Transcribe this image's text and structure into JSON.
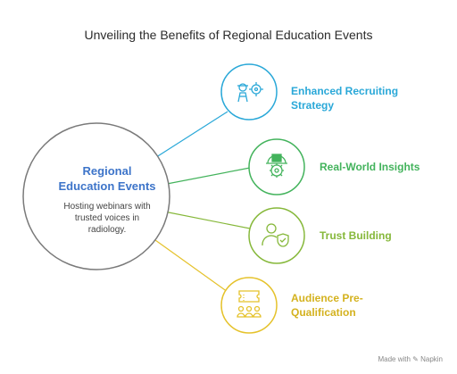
{
  "title": "Unveiling the Benefits of Regional Education Events",
  "center": {
    "title_line1": "Regional",
    "title_line2": "Education Events",
    "desc_line1": "Hosting webinars with",
    "desc_line2": "trusted voices in",
    "desc_line3": "radiology."
  },
  "nodes": [
    {
      "line1": "Enhanced Recruiting",
      "line2": "Strategy",
      "color": "#2aa8d8",
      "icon": "recruiter-target-icon"
    },
    {
      "line1": "Real-World Insights",
      "line2": "",
      "color": "#43b35c",
      "icon": "hardhat-gear-icon"
    },
    {
      "line1": "Trust Building",
      "line2": "",
      "color": "#86b83a",
      "icon": "user-shield-icon"
    },
    {
      "line1": "Audience Pre-",
      "line2": "Qualification",
      "color": "#e5c22b",
      "icon": "ticket-audience-icon"
    }
  ],
  "footer": {
    "made_with": "Made with",
    "brand": "Napkin"
  }
}
